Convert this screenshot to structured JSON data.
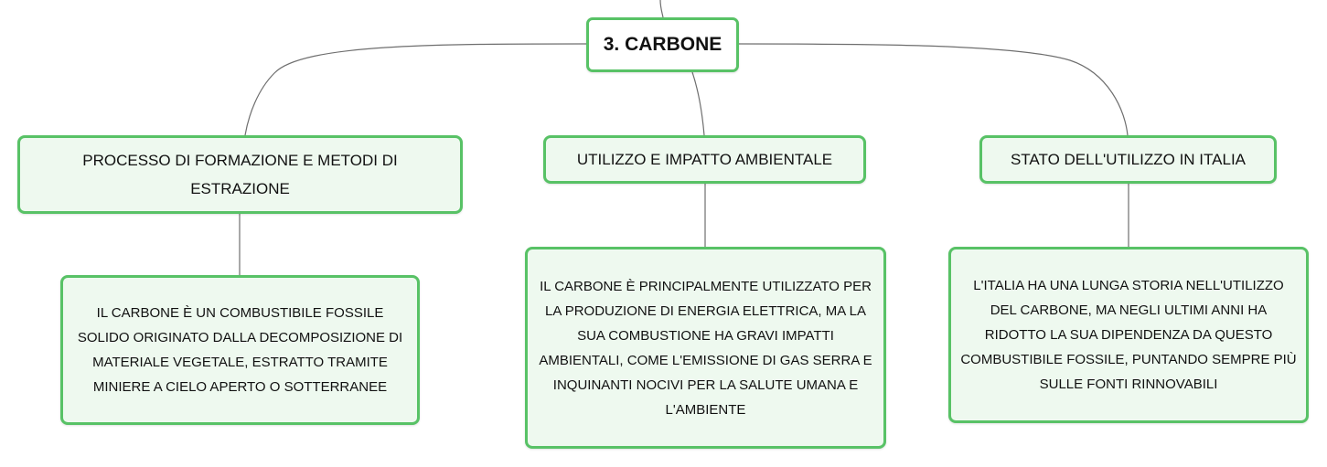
{
  "mindmap": {
    "root": {
      "label": "3. CARBONE"
    },
    "branches": [
      {
        "label": "PROCESSO DI FORMAZIONE E METODI DI ESTRAZIONE",
        "detail": "IL CARBONE È UN COMBUSTIBILE FOSSILE SOLIDO ORIGINATO DALLA DECOMPOSIZIONE DI MATERIALE VEGETALE, ESTRATTO TRAMITE MINIERE A CIELO APERTO O SOTTERRANEE"
      },
      {
        "label": "UTILIZZO E IMPATTO AMBIENTALE",
        "detail": "IL CARBONE È PRINCIPALMENTE UTILIZZATO PER LA PRODUZIONE DI ENERGIA ELETTRICA, MA LA SUA COMBUSTIONE HA GRAVI IMPATTI AMBIENTALI, COME L'EMISSIONE DI GAS SERRA E INQUINANTI NOCIVI PER LA SALUTE UMANA E L'AMBIENTE"
      },
      {
        "label": "STATO DELL'UTILIZZO IN ITALIA",
        "detail": "L'ITALIA HA UNA LUNGA STORIA NELL'UTILIZZO DEL CARBONE, MA NEGLI ULTIMI ANNI HA RIDOTTO LA SUA DIPENDENZA DA QUESTO COMBUSTIBILE FOSSILE, PUNTANDO SEMPRE PIÙ SULLE FONTI RINNOVABILI"
      }
    ]
  },
  "colors": {
    "node_border": "#58c266",
    "node_fill": "#eef9ef",
    "root_fill": "#ffffff",
    "connector": "#6e6e6e"
  }
}
